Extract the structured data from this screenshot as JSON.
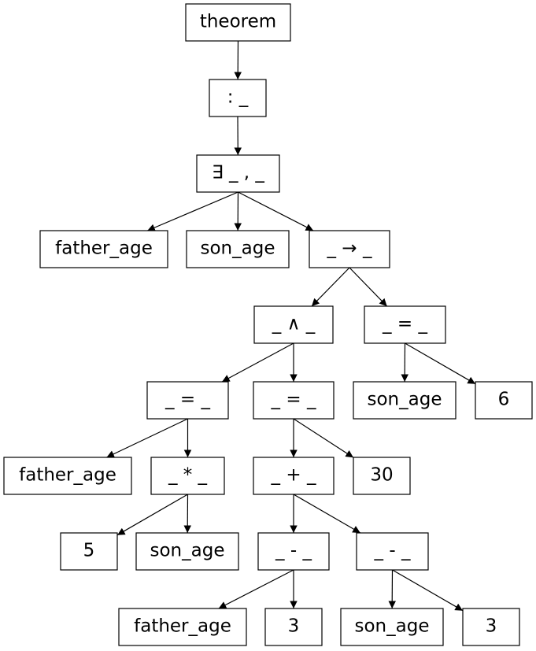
{
  "diagram": {
    "nodes": [
      {
        "id": "n1",
        "label": "theorem"
      },
      {
        "id": "n2",
        "label": ": _"
      },
      {
        "id": "n3",
        "label": "∃ _ , _"
      },
      {
        "id": "n4",
        "label": "father_age"
      },
      {
        "id": "n5",
        "label": "son_age"
      },
      {
        "id": "n6",
        "label": "_ → _"
      },
      {
        "id": "n7",
        "label": "_ ∧ _"
      },
      {
        "id": "n8",
        "label": "_ = _"
      },
      {
        "id": "n9",
        "label": "_ = _"
      },
      {
        "id": "n10",
        "label": "_ = _"
      },
      {
        "id": "n11",
        "label": "son_age"
      },
      {
        "id": "n12",
        "label": "6"
      },
      {
        "id": "n13",
        "label": "father_age"
      },
      {
        "id": "n14",
        "label": "_ * _"
      },
      {
        "id": "n15",
        "label": "_ + _"
      },
      {
        "id": "n16",
        "label": "30"
      },
      {
        "id": "n17",
        "label": "5"
      },
      {
        "id": "n18",
        "label": "son_age"
      },
      {
        "id": "n19",
        "label": "_ - _"
      },
      {
        "id": "n20",
        "label": "_ - _"
      },
      {
        "id": "n21",
        "label": "father_age"
      },
      {
        "id": "n22",
        "label": "3"
      },
      {
        "id": "n23",
        "label": "son_age"
      },
      {
        "id": "n24",
        "label": "3"
      }
    ],
    "edges": [
      [
        "n1",
        "n2"
      ],
      [
        "n2",
        "n3"
      ],
      [
        "n3",
        "n4"
      ],
      [
        "n3",
        "n5"
      ],
      [
        "n3",
        "n6"
      ],
      [
        "n6",
        "n7"
      ],
      [
        "n6",
        "n8"
      ],
      [
        "n7",
        "n9"
      ],
      [
        "n7",
        "n10"
      ],
      [
        "n8",
        "n11"
      ],
      [
        "n8",
        "n12"
      ],
      [
        "n9",
        "n13"
      ],
      [
        "n9",
        "n14"
      ],
      [
        "n10",
        "n15"
      ],
      [
        "n10",
        "n16"
      ],
      [
        "n14",
        "n17"
      ],
      [
        "n14",
        "n18"
      ],
      [
        "n15",
        "n19"
      ],
      [
        "n15",
        "n20"
      ],
      [
        "n19",
        "n21"
      ],
      [
        "n19",
        "n22"
      ],
      [
        "n20",
        "n23"
      ],
      [
        "n20",
        "n24"
      ]
    ]
  }
}
